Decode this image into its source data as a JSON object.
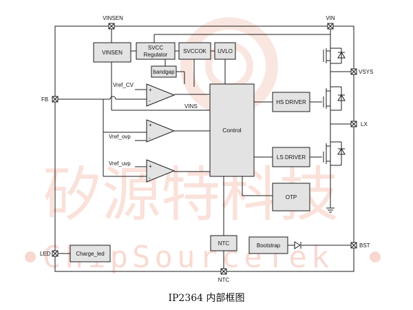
{
  "watermark": {
    "cn": "矽源特科技",
    "en": "ChipSourceTek"
  },
  "pins": {
    "vinsen": "VINSEN",
    "vin": "VIN",
    "vsys": "VSYS",
    "lx": "LX",
    "bst": "BST",
    "fb": "FB",
    "led": "LED",
    "ntc": "NTC"
  },
  "blocks": {
    "vinsen": "VINSEN",
    "svcc_line1": "SVCC",
    "svcc_line2": "Regulator",
    "svccok": "SVCCOK",
    "uvlo": "UVLO",
    "bandgap": "bandgap",
    "control": "Control",
    "hs_driver": "HS DRIVER",
    "ls_driver": "LS DRIVER",
    "otp": "OTP",
    "ntc": "NTC",
    "bootstrap": "Bootstrap",
    "charge_led": "Charge_led"
  },
  "labels": {
    "vref_cv": "Vref_CV",
    "vref_ovp": "Vref_ovp",
    "vref_uvp": "Vref_uvp",
    "vins": "VINS",
    "plus": "+",
    "minus": "-"
  },
  "caption": "IP2364 内部框图"
}
